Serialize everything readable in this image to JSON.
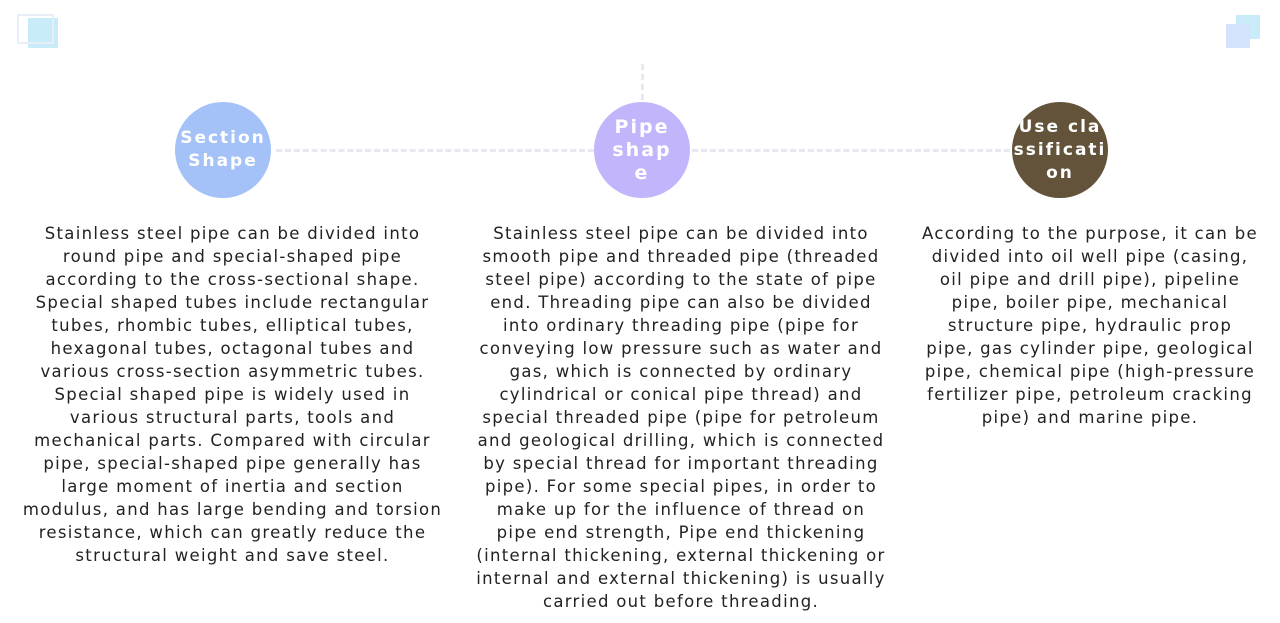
{
  "colors": {
    "circle_section": "#a4c2f8",
    "circle_pipe": "#c2b5fb",
    "circle_use": "#62533a",
    "deco_light": "#c9ecfb",
    "deco_blue": "#d4e2fc",
    "dash": "#e6e9ef"
  },
  "items": [
    {
      "title": "Section Shape",
      "description": "Stainless steel pipe can be divided into round pipe and special-shaped pipe according to the cross-sectional shape. Special shaped tubes include rectangular tubes, rhombic tubes, elliptical tubes, hexagonal tubes, octagonal tubes and various cross-section asymmetric tubes. Special shaped pipe is widely used in various structural parts, tools and mechanical parts. Compared with circular pipe, special-shaped pipe generally has large moment of inertia and section modulus, and has large bending and torsion resistance, which can greatly reduce the structural weight and save steel."
    },
    {
      "title": "Pipe shape",
      "description": "Stainless steel pipe can be divided into smooth pipe and threaded pipe (threaded steel pipe) according to the state of pipe end. Threading pipe can also be divided into ordinary threading pipe (pipe for conveying low pressure such as water and gas, which is connected by ordinary cylindrical or conical pipe thread) and special threaded pipe (pipe for petroleum and geological drilling, which is connected by special thread for important threading pipe). For some special pipes, in order to make up for the influence of thread on pipe end strength, Pipe end thickening (internal thickening, external thickening or internal and external thickening) is usually carried out before threading."
    },
    {
      "title": "Use classification",
      "description": "According to the purpose, it can be divided into oil well pipe (casing, oil pipe and drill pipe), pipeline pipe, boiler pipe, mechanical structure pipe, hydraulic prop pipe, gas cylinder pipe, geological pipe, chemical pipe (high-pressure fertilizer pipe, petroleum cracking pipe) and marine pipe."
    }
  ]
}
